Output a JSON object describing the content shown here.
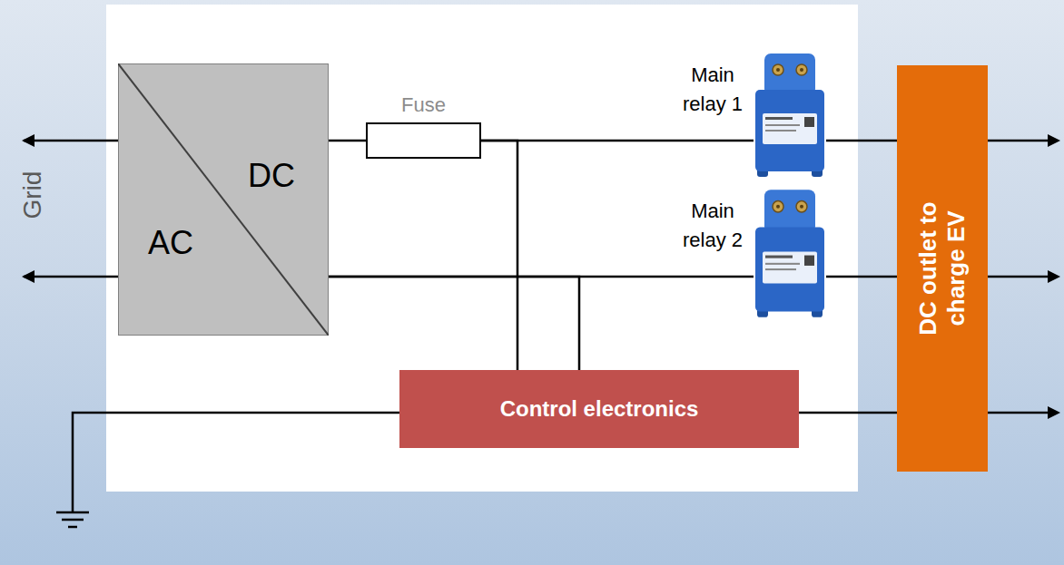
{
  "diagram": {
    "nodes": [
      {
        "text": [
          "DC",
          "AC"
        ]
      },
      {
        "text": [
          "Fuse"
        ]
      },
      {
        "text": [
          "Main relay 1"
        ]
      },
      {
        "text": [
          "Main relay 2"
        ]
      },
      {
        "text": [
          "Control electronics"
        ]
      },
      {
        "text": [
          "DC outlet to charge EV"
        ]
      }
    ],
    "edges": [
      {
        "from": 0,
        "to": 1,
        "arrow": "none"
      },
      {
        "from": 1,
        "to": 2,
        "arrow": "none"
      },
      {
        "from": 2,
        "to": 5,
        "arrow": "none"
      },
      {
        "from": 0,
        "to": 3,
        "arrow": "none"
      },
      {
        "from": 3,
        "to": 5,
        "arrow": "none"
      },
      {
        "from": 1,
        "to": 4,
        "arrow": "none"
      },
      {
        "from": 0,
        "to": 4,
        "arrow": "none"
      },
      {
        "from": 4,
        "to": 5,
        "arrow": "none"
      }
    ],
    "labels": [
      "Grid"
    ]
  }
}
